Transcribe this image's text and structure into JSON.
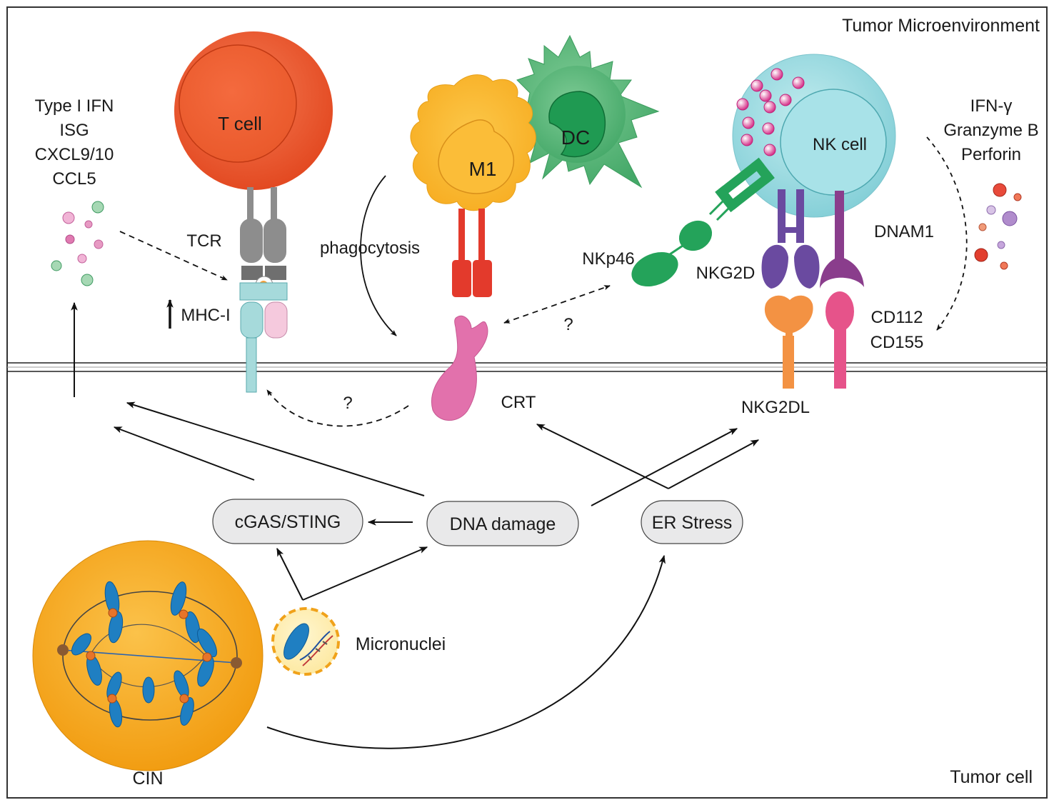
{
  "regions": {
    "tumor_microenvironment": "Tumor Microenvironment",
    "tumor_cell": "Tumor cell"
  },
  "cytokines_left": [
    "Type I IFN",
    "ISG",
    "CXCL9/10",
    "CCL5"
  ],
  "cytokines_right": [
    "IFN-γ",
    "Granzyme B",
    "Perforin"
  ],
  "cells": {
    "t_cell": "T cell",
    "m1": "M1",
    "dc": "DC",
    "nk_cell": "NK cell"
  },
  "receptors": {
    "tcr": "TCR",
    "mhc_i": "MHC-I",
    "phagocytosis": "phagocytosis",
    "nkp46": "NKp46",
    "nkg2d": "NKG2D",
    "dnam1": "DNAM1",
    "cd112": "CD112",
    "cd155": "CD155",
    "crt": "CRT",
    "nkg2dl": "NKG2DL",
    "unknown_1": "?",
    "unknown_2": "?"
  },
  "pathways": {
    "cgas_sting": "cGAS/STING",
    "dna_damage": "DNA damage",
    "er_stress": "ER Stress",
    "micronuclei": "Micronuclei",
    "cin": "CIN"
  },
  "colors": {
    "t_cell": "#ef5a30",
    "m1": "#f9b62c",
    "dc": "#3fae6a",
    "nk_cell": "#8fd3da",
    "crt": "#e271ac",
    "nkg2dl": "#f39243",
    "cd155": "#e6538a",
    "nkg2d": "#6a4aa0",
    "dnam1": "#8a3d8c",
    "nkp46": "#24a35a",
    "cin_cell": "#f6a81e",
    "chromosome": "#1f7fc2",
    "pill": "#e9e9ea"
  }
}
